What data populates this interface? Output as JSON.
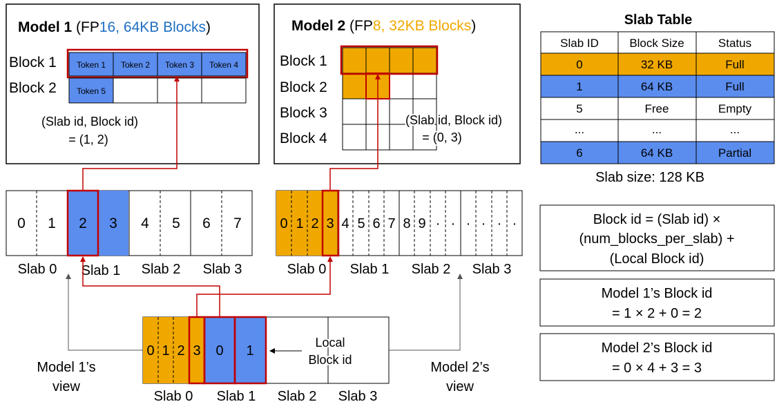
{
  "colors": {
    "orange": "#f0a800",
    "blue": "#5b8def",
    "red": "#c00000",
    "fp16": "#1f6fc2",
    "fp8": "#f0a800"
  },
  "model1": {
    "title_bold": "Model 1",
    "title_pre": " (FP",
    "title_colored": "16, 64KB Blocks",
    "title_post": ")",
    "block_labels": [
      "Block 1",
      "Block 2"
    ],
    "tokens": [
      "Token 1",
      "Token 2",
      "Token 3",
      "Token 4",
      "Token 5"
    ],
    "addr_label": "(Slab id, Block id)",
    "addr_value": "= (1, 2)"
  },
  "model2": {
    "title_bold": "Model 2",
    "title_pre": " (FP",
    "title_colored": "8, 32KB Blocks",
    "title_post": ")",
    "block_labels": [
      "Block 1",
      "Block 2",
      "Block 3",
      "Block 4"
    ],
    "addr_label": "(Slab id, Block id)",
    "addr_value": "= (0, 3)"
  },
  "slab_table": {
    "title": "Slab Table",
    "headers": [
      "Slab ID",
      "Block Size",
      "Status"
    ],
    "rows": [
      [
        "0",
        "32 KB",
        "Full"
      ],
      [
        "1",
        "64 KB",
        "Full"
      ],
      [
        "5",
        "Free",
        "Empty"
      ],
      [
        "...",
        "...",
        "..."
      ],
      [
        "6",
        "64 KB",
        "Partial"
      ]
    ],
    "slab_size": "Slab size: 128 KB"
  },
  "model1_view": {
    "cells": [
      "0",
      "1",
      "2",
      "3",
      "4",
      "5",
      "6",
      "7"
    ],
    "slab_labels": [
      "Slab 0",
      "Slab 1",
      "Slab 2",
      "Slab 3"
    ]
  },
  "model2_view": {
    "cells": [
      "0",
      "1",
      "2",
      "3",
      "4",
      "5",
      "6",
      "7",
      "8",
      "9",
      "·",
      "·",
      "·",
      "·",
      "·",
      "·"
    ],
    "slab_labels": [
      "Slab 0",
      "Slab 1",
      "Slab 2",
      "Slab 3"
    ]
  },
  "physical": {
    "cells": [
      "0",
      "1",
      "2",
      "3",
      "0",
      "1"
    ],
    "local_label": [
      "Local",
      "Block id"
    ],
    "slab_labels": [
      "Slab 0",
      "Slab 1",
      "Slab 2",
      "Slab 3"
    ],
    "model1_view_label": [
      "Model 1’s",
      "view"
    ],
    "model2_view_label": [
      "Model 2’s",
      "view"
    ]
  },
  "formulas": {
    "general": [
      "Block id = (Slab id) ×",
      "(num_blocks_per_slab) +",
      "(Local Block id)"
    ],
    "model1": [
      "Model 1’s Block id",
      "= 1 × 2 + 0 = 2"
    ],
    "model2": [
      "Model 2’s Block id",
      "= 0 × 4 + 3 = 3"
    ]
  }
}
